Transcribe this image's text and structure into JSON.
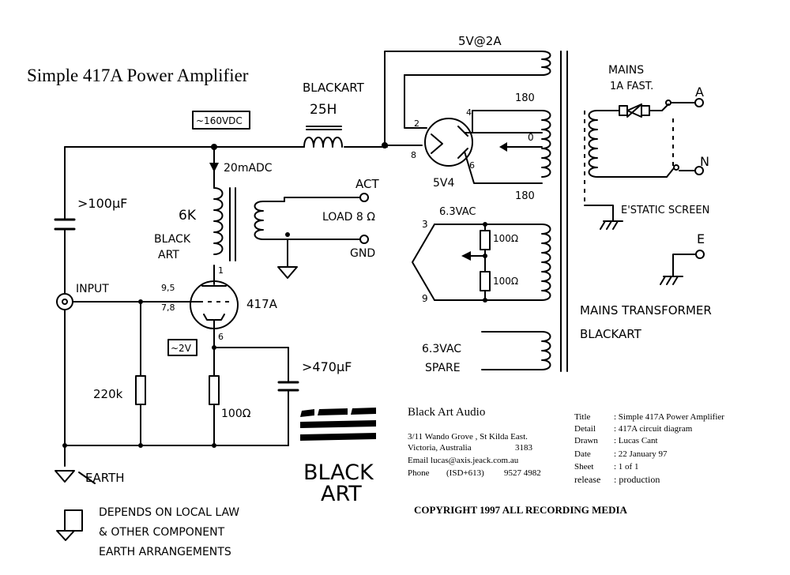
{
  "title": "Simple 417A Power Amplifier",
  "labels": {
    "choke_maker": "BLACKART",
    "choke_value": "25H",
    "b_plus": "~160VDC",
    "current": "20mADC",
    "ot_value": "6K",
    "ot_maker_1": "BLACK",
    "ot_maker_2": "ART",
    "act": "ACT",
    "load": "LOAD 8 Ω",
    "gnd": "GND",
    "cap_input": ">100μF",
    "input": "INPUT",
    "pin_9_5": "9,5",
    "pin_7_8": "7,8",
    "pin_1": "1",
    "pin_6": "6",
    "tube": "417A",
    "bias_v": "~2V",
    "cap_cathode": ">470μF",
    "r_grid": "220k",
    "r_cathode": "100Ω",
    "earth": "EARTH",
    "rect_heater": "5V@2A",
    "rect_pin_2": "2",
    "rect_pin_4": "4",
    "rect_pin_8": "8",
    "rect_pin_6": "6",
    "rect_tube": "5V4",
    "hv_top": "180",
    "hv_center": "0",
    "hv_bottom": "180",
    "heater_v": "6.3VAC",
    "heater_pin_3": "3",
    "heater_pin_9": "9",
    "heater_r_top": "100Ω",
    "heater_r_bottom": "100Ω",
    "spare_1": "6.3VAC",
    "spare_2": "SPARE",
    "mains_fuse_1": "MAINS",
    "mains_fuse_2": "1A FAST.",
    "mains_a": "A",
    "mains_n": "N",
    "mains_e": "E",
    "estatic": "E'STATIC SCREEN",
    "transformer_1": "MAINS TRANSFORMER",
    "transformer_2": "BLACKART",
    "note_1": "DEPENDS ON LOCAL LAW",
    "note_2": "& OTHER COMPONENT",
    "note_3": "EARTH ARRANGEMENTS",
    "logo_1": "BLACK",
    "logo_2": "ART"
  },
  "company": {
    "name": "Black Art Audio",
    "address_1": "3/11 Wando Grove , St Kilda East.",
    "address_2": "Victoria, Australia",
    "postcode": "3183",
    "email": "Email lucas@axis.jeack.com.au",
    "phone_label": "Phone",
    "phone_code": "(ISD+613)",
    "phone_number": "9527 4982"
  },
  "title_block": {
    "rows": [
      {
        "key": "Title",
        "value": ": Simple 417A Power Amplifier"
      },
      {
        "key": "Detail",
        "value": ": 417A circuit diagram"
      },
      {
        "key": "Drawn",
        "value": ": Lucas Cant"
      },
      {
        "key": "Date",
        "value": ": 22 January 97"
      },
      {
        "key": "Sheet",
        "value": ": 1 of 1"
      },
      {
        "key": "release",
        "value": ": production"
      }
    ]
  },
  "copyright": "COPYRIGHT 1997 ALL RECORDING MEDIA"
}
